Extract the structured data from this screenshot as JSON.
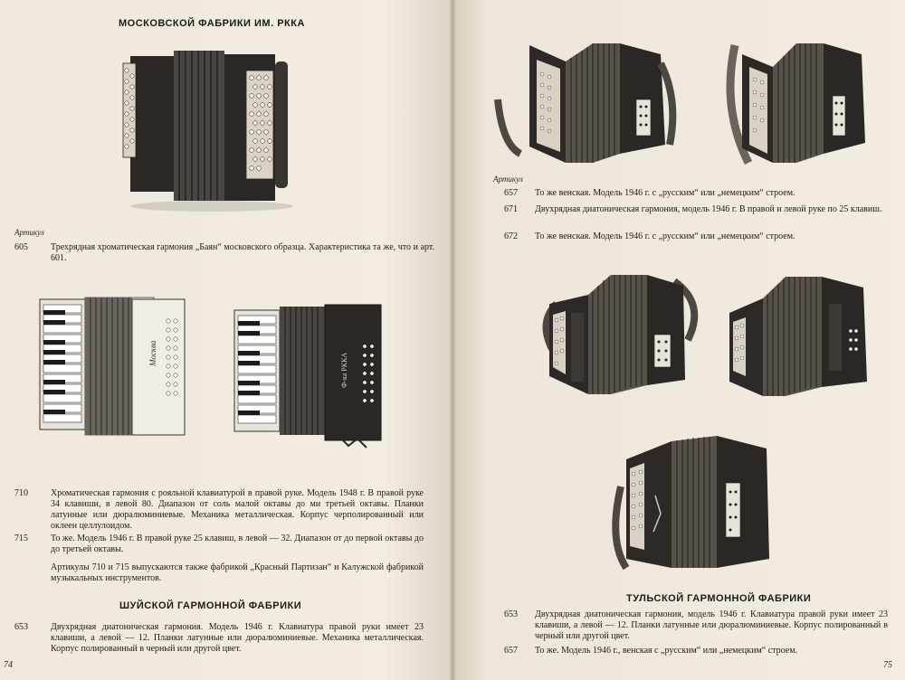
{
  "left_page": {
    "heading_moscow": "МОСКОВСКОЙ ФАБРИКИ ИМ. РККА",
    "article_caption": "Артикул",
    "entries": [
      {
        "num": "605",
        "text": "Трехрядная хроматическая гармония „Баян“ московского образца. Характеристика та же, что и арт. 601."
      },
      {
        "num": "710",
        "text": "Хроматическая гармония с рояльной клавиатурой в правой руке. Модель 1948 г. В правой руке 34 клавиши, в левой 80. Диапазон от соль малой октавы до ми третьей октавы. Планки латунные или дюралюминиевые. Механика металлическая. Корпус черполированный или оклеен целлулоидом."
      },
      {
        "num": "715",
        "text": "То же. Модель 1946 г. В правой руке 25 клавиш, в левой — 32. Диапазон от до первой октавы до до третьей октавы."
      },
      {
        "num": "",
        "text": "Артикулы 710 и 715 выпускаются также фабрикой „Красный Партизан“ и Калужской фабрикой музыкальных инструментов."
      }
    ],
    "heading_shuya": "ШУЙСКОЙ ГАРМОННОЙ ФАБРИКИ",
    "entry_653": {
      "num": "653",
      "text": "Двухрядная диатоническая гармония. Модель 1946 г. Клавиатура правой руки имеет 23 клавиши, а левой — 12. Планки латунные или дюралюминиевые. Механика металлическая. Корпус полированный в черный или другой цвет."
    },
    "page_number": "74",
    "accordion_labels": [
      "Москва",
      "Ф-ка РККА"
    ]
  },
  "right_page": {
    "article_caption": "Артикул",
    "entries_top": [
      {
        "num": "657",
        "text": "То же венская. Модель 1946 г. с „русским“ или „немецким“ строем."
      },
      {
        "num": "671",
        "text": "Двухрядная диатоническая гармония, модель 1946 г. В правой и левой руке по 25 клавиш."
      },
      {
        "num": "672",
        "text": "То же венская. Модель 1946 г. с „русским“ или „немецким“ строем."
      }
    ],
    "heading_tula": "ТУЛЬСКОЙ ГАРМОННОЙ ФАБРИКИ",
    "entries_bottom": [
      {
        "num": "653",
        "text": "Двухрядная диатоническая гармония, модель 1946 г. Клавиатура правой руки имеет 23 клавиши, а левой — 12. Планки латунные или дюралюминиевые. Корпус полированный в черный или другой цвет."
      },
      {
        "num": "657",
        "text": "То же. Модель 1946 г., венская с „русским“ или „немецким“ строем."
      }
    ],
    "page_number": "75"
  },
  "colors": {
    "paper": "#f2ece1",
    "ink": "#22201c",
    "body_dark": "#2b2724",
    "bellows": "#5a544d"
  }
}
